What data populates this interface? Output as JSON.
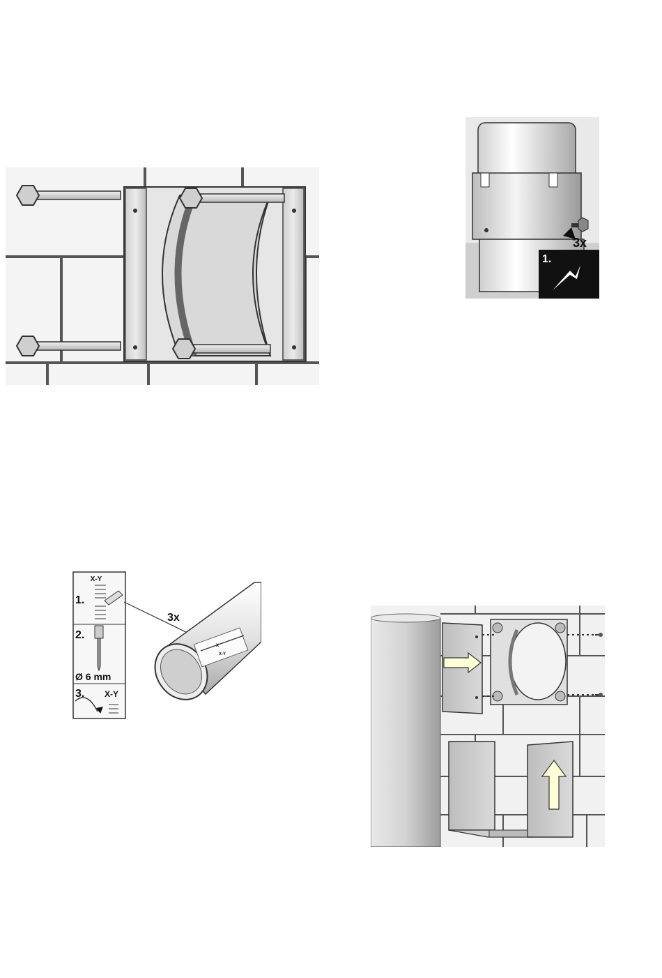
{
  "figure_bracket": {},
  "figure_pipe_joint": {
    "step_label": "1.",
    "count_label": "3x"
  },
  "figure_drilling": {
    "step1_label": "1.",
    "step2_label": "2.",
    "step3_label": "3.",
    "mark_label_top": "X-Y",
    "mark_label_bottom": "X-Y",
    "drill_size": "Ø 6 mm",
    "count_label": "3x",
    "pipe_mark_top": "X",
    "pipe_mark_bottom": "X-Y"
  },
  "figure_cover_assembly": {}
}
